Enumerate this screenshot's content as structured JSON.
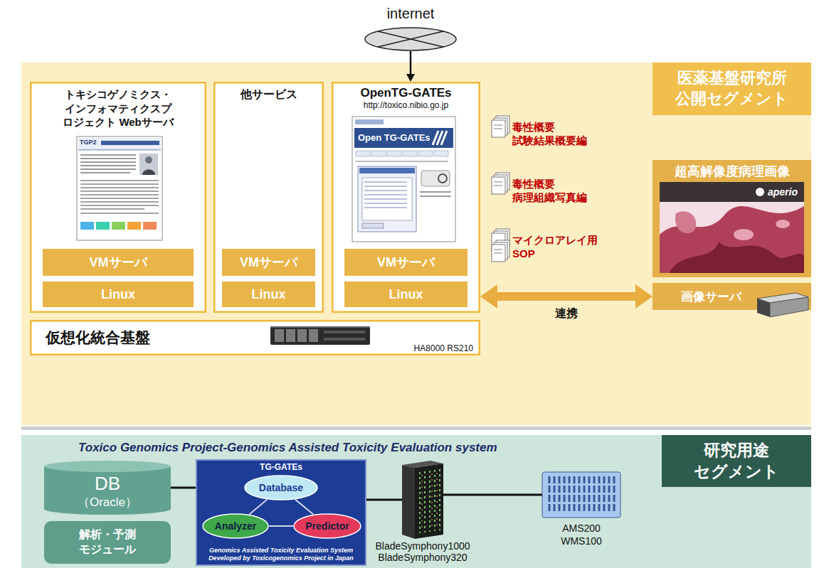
{
  "diagram": {
    "nodes": [
      {
        "text": [
          "internet"
        ]
      },
      {
        "text": [
          "医薬基盤研究所 公開セグメント"
        ]
      },
      {
        "text": [
          "トキシコゲノミクス・インフォマティクスプロジェクト Webサーバ"
        ],
        "in": 1
      },
      {
        "text": [
          "VMサーバ"
        ],
        "in": 2
      },
      {
        "text": [
          "Linux"
        ],
        "in": 2
      },
      {
        "text": [
          "他サービス"
        ],
        "in": 1
      },
      {
        "text": [
          "VMサーバ"
        ],
        "in": 5
      },
      {
        "text": [
          "Linux"
        ],
        "in": 5
      },
      {
        "text": [
          "OpenTG-GATEs",
          "http://toxico.nibio.go.jp"
        ],
        "in": 1
      },
      {
        "text": [
          "VMサーバ"
        ],
        "in": 8
      },
      {
        "text": [
          "Linux"
        ],
        "in": 8
      },
      {
        "text": [
          "仮想化統合基盤",
          "HA8000 RS210"
        ],
        "in": 1
      },
      {
        "text": [
          "毒性概要 試験結果概要編"
        ],
        "in": 1
      },
      {
        "text": [
          "毒性概要 病理組織写真編"
        ],
        "in": 1
      },
      {
        "text": [
          "マイクロアレイ用 SOP"
        ],
        "in": 1
      },
      {
        "text": [
          "超高解像度病理画像"
        ],
        "in": 1
      },
      {
        "text": [
          "画像サーバ"
        ],
        "in": 1
      },
      {
        "text": [
          "研究用途 セグメント",
          "Toxico Genomics Project-Genomics Assisted Toxicity Evaluation system"
        ]
      },
      {
        "text": [
          "DB",
          "（Oracle）"
        ],
        "in": 17
      },
      {
        "text": [
          "解析・予測 モジュール"
        ],
        "in": 17
      },
      {
        "text": [
          "TG-GATEs",
          "Genomics Assisted Toxicity Evaluation System Developed by Toxicogenomics Project in Japan"
        ],
        "in": 17
      },
      {
        "text": [
          "Database"
        ],
        "in": 20
      },
      {
        "text": [
          "Analyzer"
        ],
        "in": 20
      },
      {
        "text": [
          "Predictor"
        ],
        "in": 20
      },
      {
        "text": [
          "BladeSymphony1000 BladeSymphony320"
        ],
        "in": 17
      },
      {
        "text": [
          "AMS200 WMS100"
        ],
        "in": 17
      }
    ],
    "edges": [
      {
        "from": 0,
        "to": 8,
        "arrow": "to"
      },
      {
        "from": 8,
        "to": 16,
        "label": "連携",
        "arrow": "both"
      },
      {
        "from": 18,
        "to": 20,
        "arrow": "none"
      },
      {
        "from": 20,
        "to": 24,
        "arrow": "none"
      },
      {
        "from": 24,
        "to": 25,
        "arrow": "none"
      },
      {
        "from": 21,
        "to": 22,
        "arrow": "none"
      },
      {
        "from": 21,
        "to": 23,
        "arrow": "none"
      },
      {
        "from": 22,
        "to": 23,
        "arrow": "none"
      }
    ],
    "labels": [
      "TGP2",
      "Open TG-GATEs",
      "aperio"
    ]
  }
}
